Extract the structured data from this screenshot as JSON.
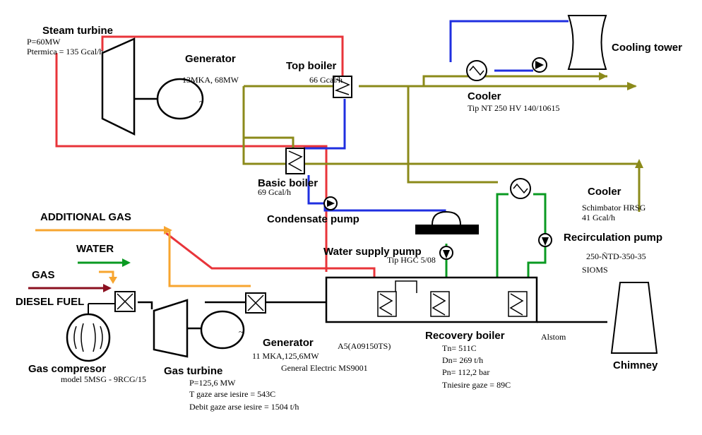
{
  "colors": {
    "steam": "#e8343a",
    "cold_water": "#1f2fe0",
    "hot_water": "#8b8a1a",
    "recirc": "#0a9a22",
    "gas_feed": "#f7a52f",
    "water_feed": "#0a9a22",
    "gas": "#f7a52f",
    "diesel": "#8b1020"
  },
  "labels": {
    "steam_turbine": {
      "title": "Steam turbine",
      "p": "P=60MW",
      "flow": "Ptermica = 135 Gcal/h"
    },
    "generator_top": {
      "title": "Generator",
      "spec": "13MKA, 68MW"
    },
    "top_boiler": {
      "title": "Top boiler",
      "spec": "66 Gcal/h"
    },
    "cooling_tower": "Cooling tower",
    "cooler_top": {
      "title": "Cooler",
      "spec": "Tip NT 250 HV 140/10615"
    },
    "basic_boiler": {
      "title": "Basic boiler",
      "spec": "69 Gcal/h"
    },
    "condensate_pump": "Condensate pump",
    "additional_gas": "ADDITIONAL GAS",
    "water": "WATER",
    "gas": "GAS",
    "diesel_fuel": "DIESEL FUEL",
    "water_supply_pump": {
      "title": "Water supply pump",
      "spec": "Tip HGC 5/08"
    },
    "cooler_right": {
      "title": "Cooler",
      "spec1": "Schimbator HRSG",
      "spec2": "41 Gcal/h"
    },
    "recirculation_pump": {
      "title": "Recirculation pump",
      "spec1": "250-ÑTD-350-35",
      "spec2": "SIOMS"
    },
    "gas_compresor": {
      "title": "Gas compresor",
      "spec": "model 5MSG - 9RCG/15"
    },
    "gas_turbine": {
      "title": "Gas turbine",
      "p": "P=125,6 MW",
      "t": "T gaze arse iesire = 543C",
      "debit": "Debit gaze arse iesire = 1504 t/h"
    },
    "generator_bottom": {
      "title": "Generator",
      "spec": "11 MKA,125,6MW"
    },
    "a5": "A5(A09150TS)",
    "ge": "General Electric MS9001",
    "recovery_boiler": {
      "title": "Recovery boiler",
      "tn": "Tn= 511C",
      "dn": "Dn= 269 t/h",
      "pn": "Pn= 112,2 bar",
      "t_out": "Tniesire gaze = 89C"
    },
    "alstom": "Alstom",
    "chimney": "Chimney"
  }
}
